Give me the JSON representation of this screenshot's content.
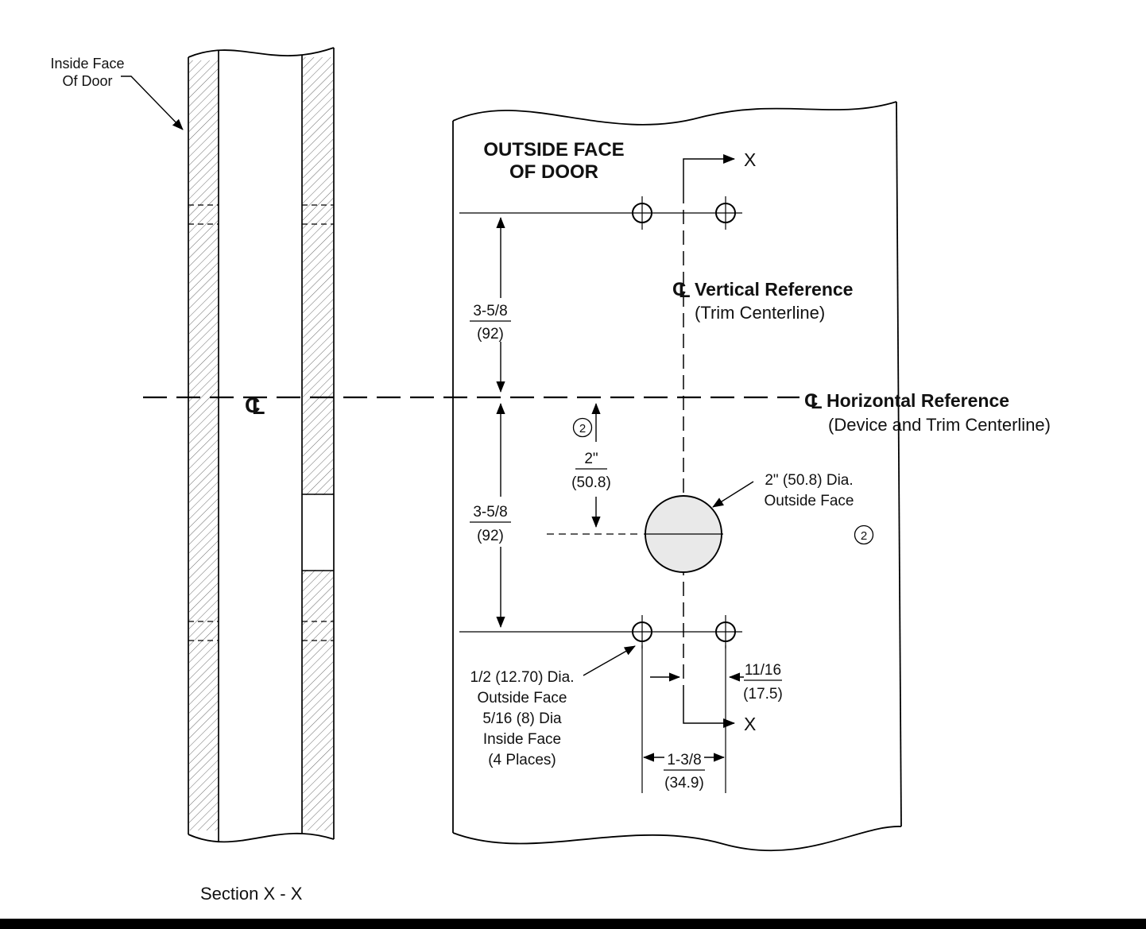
{
  "colors": {
    "line": "#000000",
    "hatch": "#6b6b6b",
    "big_hole_fill": "#e9e9e9",
    "bottom_bar": "#000000"
  },
  "section_view": {
    "inside_face_label_1": "Inside Face",
    "inside_face_label_2": "Of Door",
    "caption": "Section X - X",
    "centerline": {
      "c": "C",
      "l": "L"
    }
  },
  "face_view": {
    "heading_1": "OUTSIDE FACE",
    "heading_2": "OF DOOR",
    "axis_top": "X",
    "axis_bottom": "X",
    "vertical_ref": {
      "c": "C",
      "l": "L",
      "title": "Vertical Reference",
      "subtitle": "(Trim Centerline)"
    },
    "horizontal_ref": {
      "c": "C",
      "l": "L",
      "title": "Horizontal Reference",
      "subtitle": "(Device and Trim Centerline)"
    },
    "balloon": "2"
  },
  "dims": {
    "top_spacing": {
      "value": "3-5/8",
      "metric": "(92)"
    },
    "bottom_spacing": {
      "value": "3-5/8",
      "metric": "(92)"
    },
    "circle_offset": {
      "value": "2\"",
      "metric": "(50.8)"
    },
    "hole_offset": {
      "value": "11/16",
      "metric": "(17.5)"
    },
    "hole_spacing": {
      "value": "1-3/8",
      "metric": "(34.9)"
    }
  },
  "callouts": {
    "big_hole_line_1": "2\" (50.8) Dia.",
    "big_hole_line_2": "Outside Face",
    "small_holes_line_1": "1/2 (12.70) Dia.",
    "small_holes_line_2": "Outside Face",
    "small_holes_line_3": "5/16 (8) Dia",
    "small_holes_line_4": "Inside Face",
    "small_holes_line_5": "(4 Places)"
  }
}
